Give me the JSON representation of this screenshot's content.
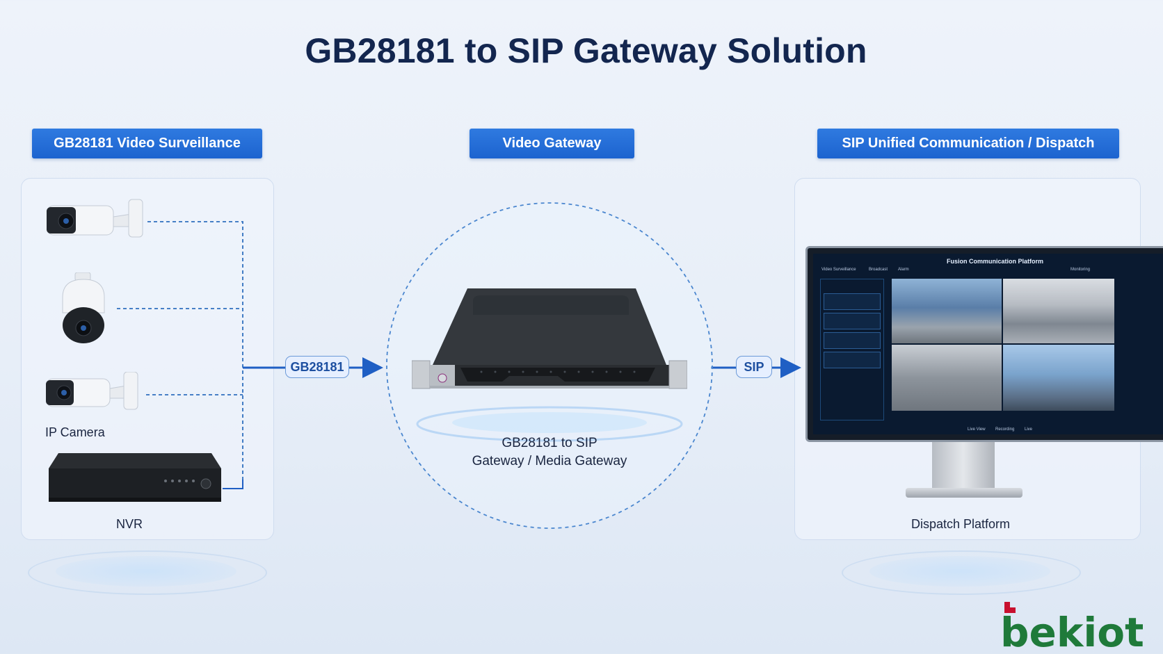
{
  "title": "GB28181 to SIP Gateway Solution",
  "sections": {
    "left": "GB28181 Video Surveillance",
    "middle": "Video Gateway",
    "right": "SIP Unified Communication / Dispatch"
  },
  "devices": {
    "camera_caption": "IP Camera",
    "nvr_caption": "NVR"
  },
  "gateway": {
    "caption_line1": "GB28181 to SIP",
    "caption_line2": "Gateway / Media Gateway"
  },
  "protocols": {
    "input": "GB28181",
    "output": "SIP"
  },
  "dispatch": {
    "caption": "Dispatch Platform",
    "screen_title": "Fusion Communication Platform",
    "tabs": [
      "Video Surveillance",
      "Broadcast",
      "Alarm",
      "Monitoring"
    ],
    "controls": [
      "Live View",
      "Recording",
      "Live"
    ]
  },
  "brand": {
    "logo": "bekiot",
    "logo_color": "#1f7a3a",
    "accent_color": "#c8102e"
  },
  "colors": {
    "label_blue": "#1f66d1",
    "title_navy": "#13264f",
    "dashed_line": "#2f6fbf"
  }
}
